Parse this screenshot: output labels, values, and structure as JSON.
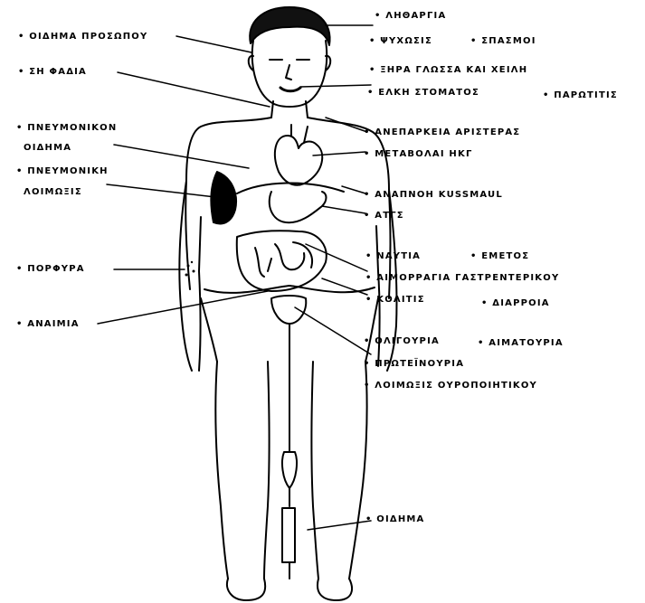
{
  "diagram": {
    "labels": {
      "oidima_prosopou": "• ΟΙΔΗΜΑ  ΠΡΟΣΩΠΟΥ",
      "sifadia": "• ΣΗ ΦΑΔΙΑ",
      "pneumonikon_oidima_1": "• ΠΝΕΥΜΟΝΙΚΟΝ",
      "pneumonikon_oidima_2": "ΟΙΔΗΜΑ",
      "pneumoniki_loimoxis_1": "• ΠΝΕΥΜΟΝΙΚΗ",
      "pneumoniki_loimoxis_2": "ΛΟΙΜΩΞΙΣ",
      "porfyra": "• ΠΟΡΦΥΡΑ",
      "anaimia": "• ΑΝΑΙΜΙΑ",
      "lithargia": "• ΛΗΘΑΡΓΙΑ",
      "psychosis": "• ΨΥΧΩΣΙΣ",
      "spasmoi": "• ΣΠΑΣΜΟΙ",
      "xira_glossa": "• ΞΗΡΑ   ΓΛΩΣΣΑ   ΚΑΙ   ΧΕΙΛΗ",
      "elki_stomatos": "• ΕΛΚΗ   ΣΤΟΜΑΤΟΣ",
      "parotitis": "• ΠΑΡΩΤΙΤΙΣ",
      "aneparkeia": "• ΑΝΕΠΑΡΚΕΙΑ   ΑΡΙΣΤΕΡΑΣ",
      "metavolai": "• ΜΕΤΑΒΟΛΑΙ      ΗΚΓ",
      "anapnoi": "• ΑΝΑΠΝΟΗ   KUSSMAUL",
      "atgs": "• ΑΤΓΣ",
      "nautia": "• ΝΑΥΤΙΑ",
      "emetos": "• ΕΜΕΤΟΣ",
      "aimorragia": "• ΑΙΜΟΡΡΑΓΙΑ   ΓΑΣΤΡΕΝΤΕΡΙΚΟΥ",
      "kolitis": "• ΚΟΛΙΤΙΣ",
      "diarroia": "• ΔΙΑΡΡΟΙΑ",
      "oligouria": "• ΟΛΙΓΟΥΡΙΑ",
      "aimatouria": "• ΑΙΜΑΤΟΥΡΙΑ",
      "proteinouria": "• ΠΡΩΤΕΪΝΟΥΡΙΑ",
      "loimoxis_ouro": "• ΛΟΙΜΩΞΙΣ    ΟΥΡΟΠΟΙΗΤΙΚΟΥ",
      "oidima_legs": "• ΟΙΔΗΜΑ"
    }
  }
}
